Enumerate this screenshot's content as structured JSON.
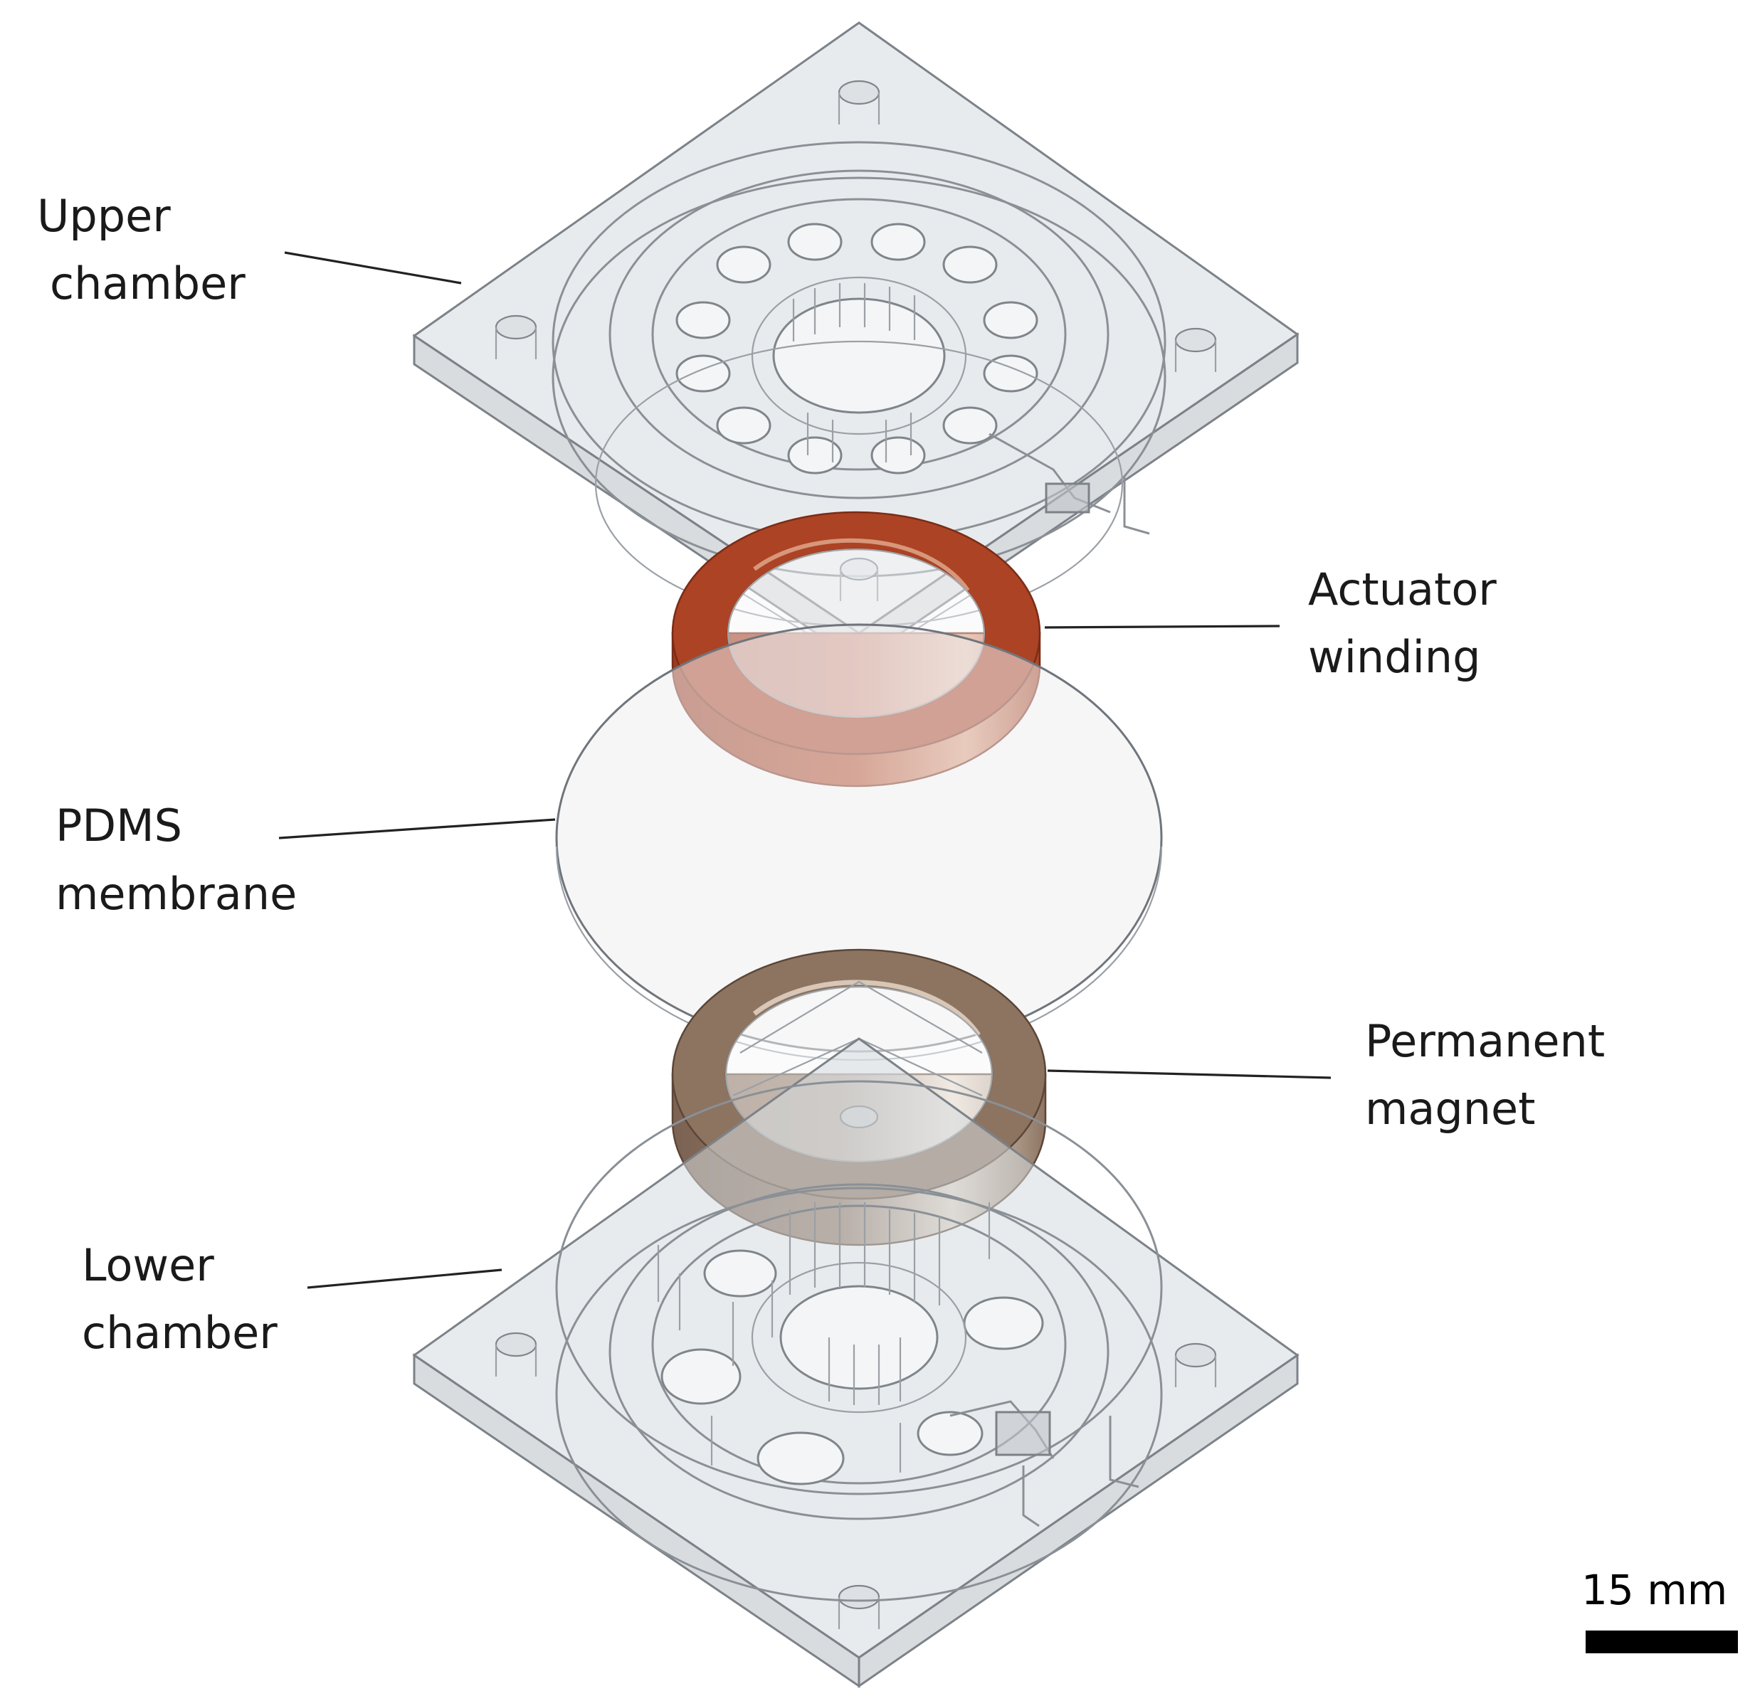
{
  "labels": {
    "upper_chamber": [
      "Upper",
      "chamber"
    ],
    "actuator_winding": [
      "Actuator",
      "winding"
    ],
    "pdms_membrane": [
      "PDMS",
      "membrane"
    ],
    "permanent_magnet": [
      "Permanent",
      "magnet"
    ],
    "lower_chamber": [
      "Lower",
      "chamber"
    ]
  },
  "scale_bar": {
    "label": "15 mm"
  },
  "colors": {
    "copper": "#b2472a",
    "copper_light": "#d4896a",
    "magnet": "#8a7060",
    "magnet_light": "#cdb7a3",
    "plastic": "#d6dade"
  }
}
